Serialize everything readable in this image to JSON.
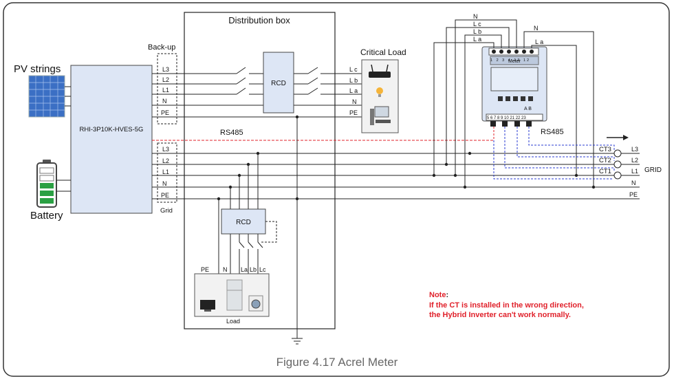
{
  "labels": {
    "distribution_box": "Distribution box",
    "backup": "Back-up",
    "critical_load": "Critical Load",
    "pv_strings": "PV strings",
    "battery": "Battery",
    "inverter_model": "RHI-3P10K-HVES-5G",
    "rs485_left": "RS485",
    "rs485_right": "RS485",
    "rcd_top": "RCD",
    "rcd_bottom": "RCD",
    "grid_box": "Grid",
    "load": "Load",
    "meter": "Meter",
    "grid": "GRID",
    "caption": "Figure 4.17 Acrel Meter"
  },
  "backup_terminals": [
    "L3",
    "L2",
    "L1",
    "N",
    "PE"
  ],
  "grid_terminals": [
    "L3",
    "L2",
    "L1",
    "N",
    "PE"
  ],
  "critical_load_terminals": [
    "L c",
    "L b",
    "L a",
    "N",
    "PE"
  ],
  "load_terminals": [
    "PE",
    "N",
    "La",
    "Lb",
    "Lc"
  ],
  "meter_top_wires": [
    "N",
    "L c",
    "L b",
    "L a"
  ],
  "meter_right_wires": [
    "N",
    "L a"
  ],
  "meter_top_pins": "1 2 3 4 13 12",
  "meter_bottom_pins": "5 6 7 8 9 10 21 22 23",
  "meter_ab": "A  B",
  "ct_labels": [
    "CT3",
    "CT2",
    "CT1"
  ],
  "grid_lines": [
    "L3",
    "L2",
    "L1",
    "N",
    "PE"
  ],
  "note": {
    "title": "Note",
    "colon": ":",
    "line1": "If the CT is installed in the wrong direction,",
    "line2": "the Hybrid Inverter can't work normally."
  },
  "colors": {
    "rs485": "#e0202a",
    "ct_wire": "#2a3bd0",
    "panel_fill": "#dde6f5",
    "note": "#e0202a"
  },
  "icons": [
    "solar-panel-icon",
    "battery-icon",
    "router-icon",
    "light-bulb-icon",
    "computer-icon",
    "tv-icon",
    "refrigerator-icon",
    "washing-machine-icon",
    "ground-icon",
    "arrow-right-icon"
  ]
}
